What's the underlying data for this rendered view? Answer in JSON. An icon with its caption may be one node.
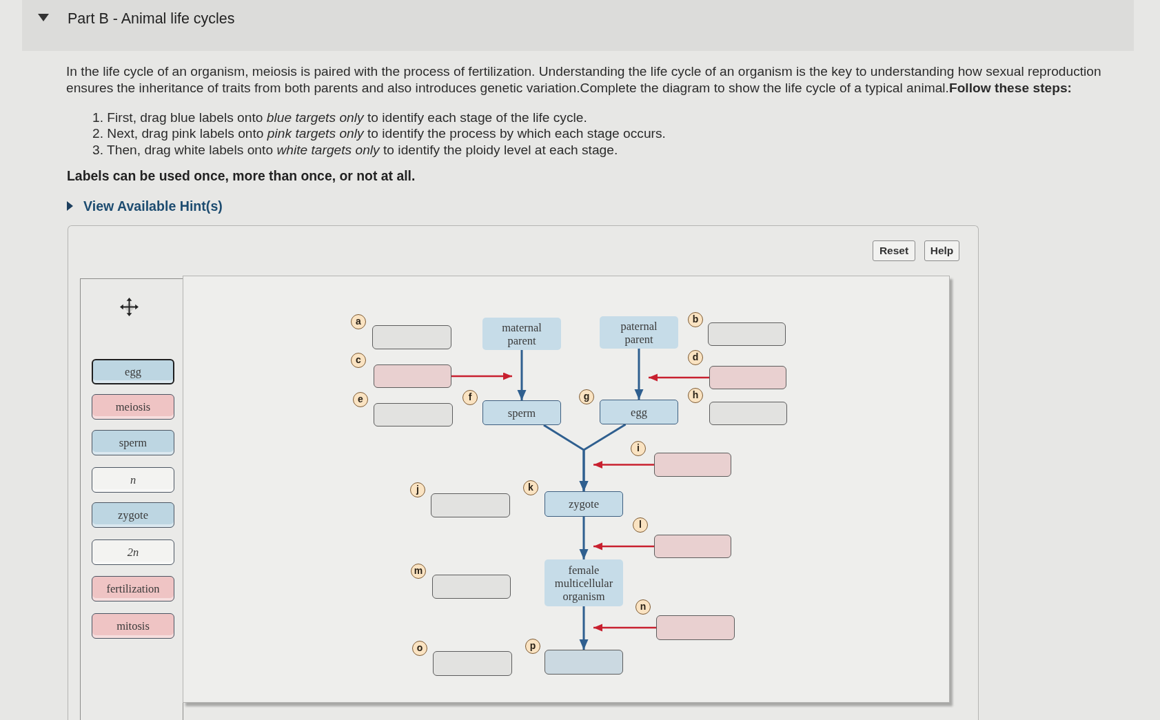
{
  "diagram": {
    "title": "Part B - Animal life cycles",
    "nodes": [
      {
        "text": [
          "egg"
        ]
      },
      {
        "text": [
          "meiosis"
        ]
      },
      {
        "text": [
          "sperm"
        ]
      },
      {
        "text": [
          "n"
        ]
      },
      {
        "text": [
          "zygote"
        ]
      },
      {
        "text": [
          "2n"
        ]
      },
      {
        "text": [
          "fertilization"
        ]
      },
      {
        "text": [
          "mitosis"
        ]
      },
      {
        "text": [],
        "shape": "box"
      },
      {
        "text": [
          "maternal parent"
        ]
      },
      {
        "text": [
          "paternal parent"
        ]
      },
      {
        "text": [],
        "shape": "box"
      },
      {
        "text": [],
        "shape": "box"
      },
      {
        "text": [],
        "shape": "box"
      },
      {
        "text": [],
        "shape": "box"
      },
      {
        "text": [
          "sperm"
        ]
      },
      {
        "text": [
          "egg"
        ]
      },
      {
        "text": [],
        "shape": "box"
      },
      {
        "text": [],
        "shape": "box"
      },
      {
        "text": [],
        "shape": "box"
      },
      {
        "text": [
          "zygote"
        ]
      },
      {
        "text": [],
        "shape": "box"
      },
      {
        "text": [],
        "shape": "box"
      },
      {
        "text": [
          "female multicellular organism"
        ]
      },
      {
        "text": [],
        "shape": "box"
      },
      {
        "text": [],
        "shape": "box"
      },
      {
        "text": [],
        "shape": "box"
      }
    ],
    "edges": [
      {
        "from": 9,
        "to": 15,
        "arrow": "to"
      },
      {
        "from": 10,
        "to": 16,
        "arrow": "to"
      },
      {
        "from": 15,
        "to": 20,
        "arrow": "to"
      },
      {
        "from": 16,
        "to": 20,
        "arrow": "to"
      },
      {
        "from": 20,
        "to": 23,
        "arrow": "to"
      },
      {
        "from": 23,
        "to": 26,
        "arrow": "to"
      },
      {
        "from": 12,
        "to": 15,
        "arrow": "to",
        "color": "#c8202f"
      },
      {
        "from": 13,
        "to": 16,
        "arrow": "to",
        "color": "#c8202f"
      },
      {
        "from": 18,
        "to": 20,
        "arrow": "to",
        "color": "#c8202f"
      },
      {
        "from": 21,
        "to": 23,
        "arrow": "to",
        "color": "#c8202f"
      },
      {
        "from": 24,
        "to": 26,
        "arrow": "to",
        "color": "#c8202f"
      }
    ],
    "labels": [
      "In the life cycle of an organism, meiosis is paired with the process of fertilization. Understanding the life cycle of an organism is the key to understanding how sexual reproduction ensures the inheritance of traits from both parents and also introduces genetic variation.Complete the diagram to show the life cycle of a typical animal.**Follow these steps:**",
      "1. First, drag blue labels onto *blue targets only* to identify each stage of the life cycle.",
      "2. Next, drag pink labels onto *pink targets only* to identify the process by which each stage occurs.",
      "3. Then, drag white labels onto *white targets only* to identify the ploidy level at each stage.",
      "Labels can be used once, more than once, or not at all.",
      "View Available Hint(s)",
      "Reset",
      "Help",
      "a",
      "b",
      "c",
      "d",
      "e",
      "f",
      "g",
      "h",
      "i",
      "j",
      "k",
      "l",
      "m",
      "n",
      "o",
      "p"
    ]
  }
}
